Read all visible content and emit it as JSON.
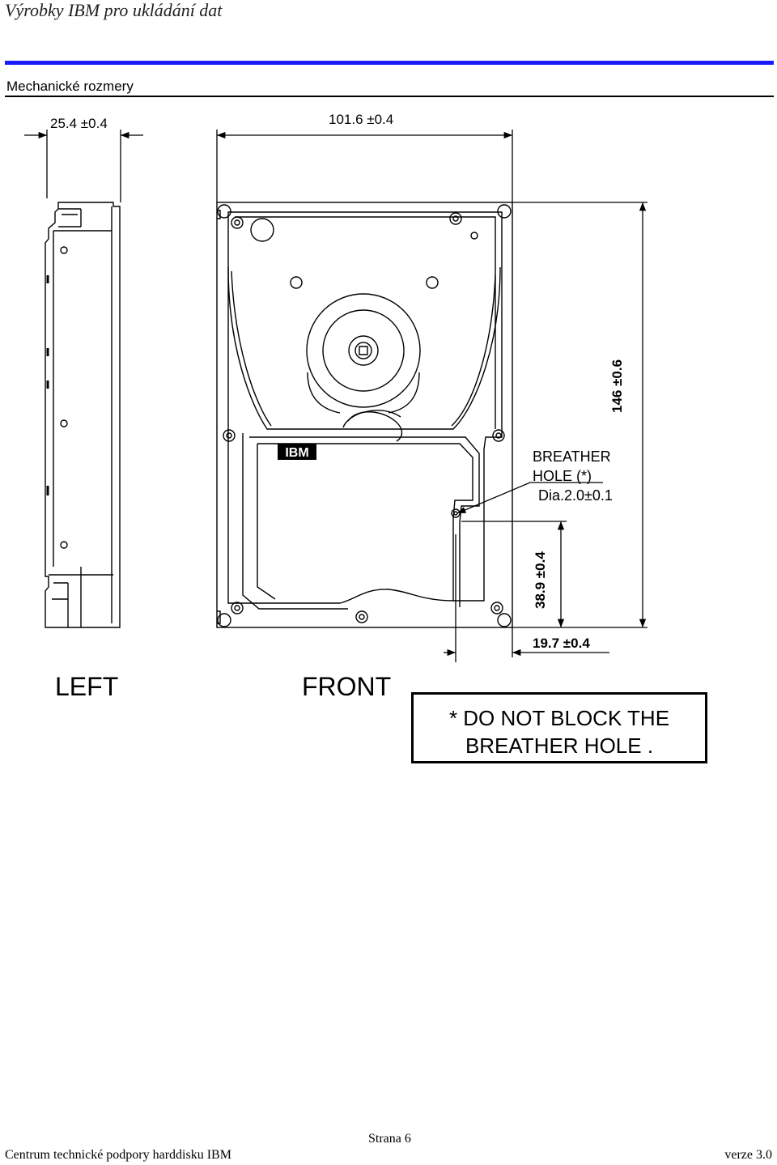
{
  "header": {
    "title": "Výrobky IBM pro ukládání dat",
    "accent_color": "#1a1aff"
  },
  "section": {
    "title": "Mechanické rozmery"
  },
  "drawing": {
    "dim_width_left": "25.4 ±0.4",
    "dim_width_front": "101.6 ±0.4",
    "dim_height": "146 ±0.6",
    "dim_hole_y": "38.9 ±0.4",
    "dim_hole_x": "19.7 ±0.4",
    "breather_line1": "BREATHER",
    "breather_line2": "HOLE (*)",
    "breather_dia": "Dia.2.0±0.1",
    "logo_text": "IBM"
  },
  "views": {
    "left": "LEFT",
    "front": "FRONT"
  },
  "warning": {
    "line1": "* DO NOT BLOCK THE",
    "line2": "BREATHER HOLE ."
  },
  "footer": {
    "page": "Strana 6",
    "left": "Centrum technické podpory harddisku IBM",
    "right": "verze  3.0"
  }
}
